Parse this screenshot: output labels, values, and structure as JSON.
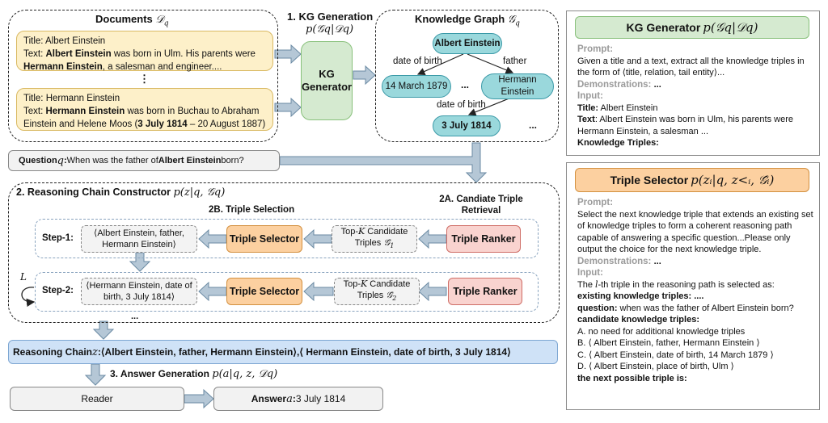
{
  "documents": {
    "title": "Documents ",
    "title_math": "𝒟",
    "title_sub": "q",
    "doc1": {
      "title_line": "Title: Albert Einstein",
      "text_prefix": "Text:  ",
      "text_bold1": "Albert Einstein",
      "text_mid": " was born in Ulm. His parents were ",
      "text_bold2": "Hermann Einstein",
      "text_suffix": ", a salesman and engineer...."
    },
    "ellipsis": "⋮",
    "doc2": {
      "title_line": "Title: Hermann Einstein",
      "text_prefix": "Text: ",
      "text_bold1": "Hermann Einstein",
      "text_mid": " was born in Buchau to Abraham Einstein and Helene Moos  (",
      "text_bold2": "3 July 1814",
      "text_suffix": " – 20 August 1887)"
    }
  },
  "kg_generation": {
    "step_label": "1. KG Generation",
    "formula": "p(𝒢q|𝒟q)",
    "generator_label_1": "KG",
    "generator_label_2": "Generator"
  },
  "knowledge_graph": {
    "title": "Knowledge Graph ",
    "title_math": "𝒢",
    "title_sub": "q",
    "nodes": {
      "albert": "Albert Einstein",
      "march": "14 March 1879",
      "hermann_1": "Hermann",
      "hermann_2": "Einstein",
      "july": "3 July 1814"
    },
    "edges": {
      "dob1": "date of birth",
      "father": "father",
      "dob2": "date of birth"
    },
    "ellipsis_1": "...",
    "ellipsis_2": "..."
  },
  "question": {
    "label": "Question ",
    "label_math": "q",
    "colon": ":",
    "text_prefix": " When was the father of ",
    "text_bold": "Albert Einstein",
    "text_suffix": " born?"
  },
  "reasoning": {
    "title": "2. Reasoning Chain Constructor ",
    "title_formula": "p(z|q, 𝒢q)",
    "triple_selection_label": "2B. Triple Selection",
    "retrieval_label_1": "2A. Candiate Triple",
    "retrieval_label_2": "Retrieval",
    "loop_label": "L",
    "steps": [
      {
        "label": "Step-1:",
        "triple_line1": "⟨Albert Einstein, father,",
        "triple_line2": "Hermann Einstein⟩",
        "selector": "Triple Selector",
        "candidates_line1_pre": "Top-",
        "candidates_k": "K",
        "candidates_line1_post": " Candidate",
        "candidates_line2": "Triples ",
        "candidates_math": "𝒢̂",
        "candidates_sub": "1",
        "ranker": "Triple Ranker"
      },
      {
        "label": "Step-2:",
        "triple_line1": "⟨Hermann Einstein, date of",
        "triple_line2": "birth, 3 July 1814⟩",
        "selector": "Triple Selector",
        "candidates_line1_pre": "Top-",
        "candidates_k": "K",
        "candidates_line1_post": " Candidate",
        "candidates_line2": "Triples ",
        "candidates_math": "𝒢̂",
        "candidates_sub": "2",
        "ranker": "Triple Ranker"
      }
    ],
    "ellipsis": "..."
  },
  "chain": {
    "label": "Reasoning Chain ",
    "label_math": "z",
    "label_colon": ": ",
    "triple1": "⟨Albert Einstein, father, Hermann Einstein⟩",
    "separator": ", ",
    "triple2": "⟨ Hermann Einstein, date of birth, 3 July 1814⟩"
  },
  "answer_generation": {
    "label": "3. Answer Generation ",
    "formula": "p(a|q, z, 𝒟q)",
    "reader": "Reader",
    "answer_label": "Answer ",
    "answer_math": "a",
    "answer_colon": ": ",
    "answer_value": "3 July 1814"
  },
  "kg_panel": {
    "header": "KG Generator ",
    "header_formula": "p(𝒢q|𝒟q)",
    "prompt_label": "Prompt:",
    "prompt_text": "Given a title and a text, extract all the knowledge triples in the form of ⟨title, relation, tail entity⟩...",
    "demos_label": "Demonstrations: ",
    "demos_value": "...",
    "input_label": "Input:",
    "title_key": "Title:",
    "title_value": " Albert Einstein",
    "text_key": "Text",
    "text_value": ": Albert Einstein was born in Ulm, his parents were Hermann Einstein, a salesman ...",
    "triples_label": "Knowledge Triples:"
  },
  "selector_panel": {
    "header": "Triple Selector ",
    "header_formula": "p(zᵢ|q, z<ᵢ, 𝒢̂ᵢ)",
    "prompt_label": "Prompt:",
    "prompt_text": "Select the next knowledge triple that extends an existing set of knowledge triples to form a coherent reasoning path capable of answering a specific question...Please only output the choice for the next knowledge triple.",
    "demos_label": "Demonstrations: ",
    "demos_value": "...",
    "input_label": "Input:",
    "input_line_pre": "The ",
    "input_line_math": "l",
    "input_line_post": "-th triple in the reasoning path is selected as:",
    "existing_label": "existing knowledge triples: ....",
    "question_key": "question:",
    "question_value": " when was the father of Albert Einstein born?",
    "candidates_label": "candidate knowledge triples:",
    "options": [
      "A. no need for additional knowledge triples",
      "B. ⟨ Albert Einstein, father, Hermann Einstein ⟩",
      "C. ⟨ Albert Einstein, date of birth, 14 March 1879 ⟩",
      "D. ⟨ Albert Einstein, place of birth, Ulm ⟩"
    ],
    "next_label": "the next possible triple is:"
  },
  "colors": {
    "doc_fill": "#fdf0c9",
    "kg_generator_fill": "#d5ead0",
    "kg_node_fill": "#9ad8dc",
    "selector_fill": "#fcd0a0",
    "ranker_fill": "#f9d3cf",
    "chain_fill": "#cfe2f7",
    "arrow_fill": "#b5c7d6"
  }
}
